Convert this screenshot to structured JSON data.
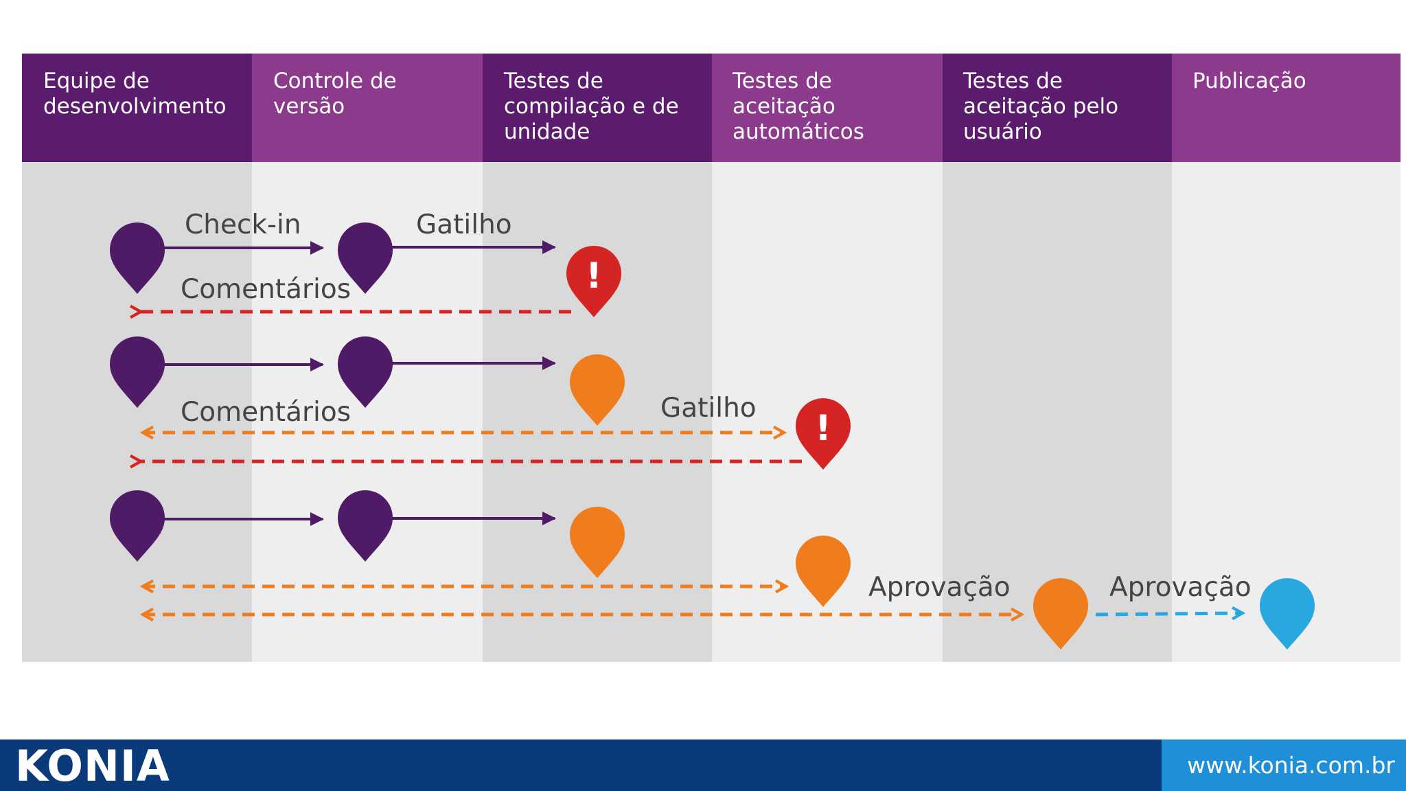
{
  "columns": [
    {
      "label": "Equipe de\ndesenvolvimento"
    },
    {
      "label": "Controle de\nversão"
    },
    {
      "label": "Testes de\ncompilação e de\nunidade"
    },
    {
      "label": "Testes de\naceitação\nautomáticos"
    },
    {
      "label": "Testes de\naceitação pelo\nusuário"
    },
    {
      "label": "Publicação"
    }
  ],
  "labels": {
    "checkin": "Check-in",
    "trigger_1": "Gatilho",
    "comments_1": "Comentários",
    "comments_2": "Comentários",
    "trigger_2": "Gatilho",
    "approval_1": "Aprovação",
    "approval_2": "Aprovação"
  },
  "alert_glyph": "!",
  "footer": {
    "brand": "KONIA",
    "url": "www.konia.com.br"
  },
  "colors": {
    "header_dark": "#5b1c6d",
    "header_light": "#8b3a8c",
    "purple": "#4f1a66",
    "orange": "#f07d1d",
    "red": "#d42424",
    "blue": "#29a8e0",
    "footer_blue": "#0a3a7a",
    "footer_light_blue": "#1f8fd8"
  }
}
